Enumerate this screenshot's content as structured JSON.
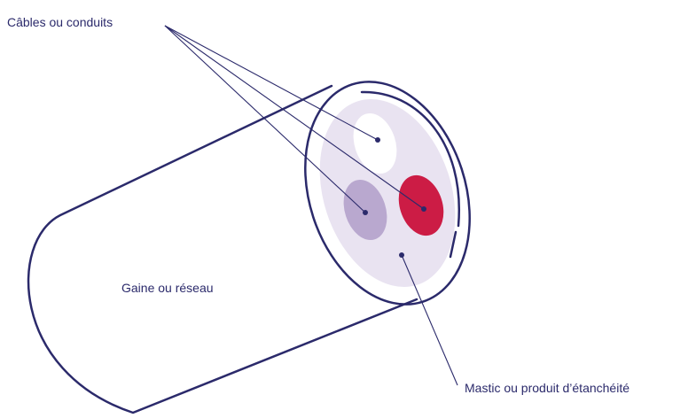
{
  "labels": {
    "cables": "Câbles ou conduits",
    "sheath": "Gaine ou réseau",
    "sealant": "Mastic ou produit d’étanchéité"
  },
  "colors": {
    "outline": "#2b2a6b",
    "sealant_fill": "#e9e3f1",
    "cable_white": "#ffffff",
    "cable_red": "#cc1c45",
    "cable_purple": "#b9a8cf",
    "text": "#2b2a6b"
  }
}
